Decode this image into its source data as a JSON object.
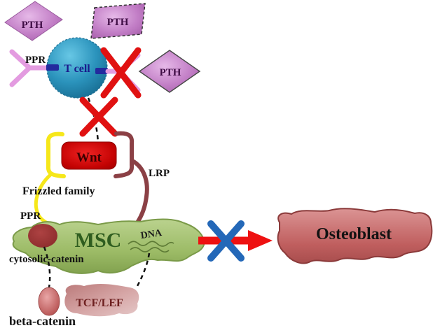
{
  "figure": {
    "type": "biology-signaling-diagram",
    "description": "PTH / T cell / Wnt signaling pathway blocking MSC differentiation into Osteoblast",
    "background": "#ffffff"
  },
  "labels": {
    "pth_top_left": "PTH",
    "pth_top_mid": "PTH",
    "pth_right": "PTH",
    "t_cell": "T cell",
    "ppr_receptor_top": "PPR",
    "wnt": "Wnt",
    "lrp": "LRP",
    "frizzled_family": "Frizzled family",
    "ppr_receptor_bottom": "PPR",
    "msc": "MSC",
    "dna": "DNA",
    "cytosolic_catenin": "cytosolic-catenin",
    "tcf_lef": "TCF/LEF",
    "beta_catenin": "beta-catenin",
    "osteoblast": "Osteoblast"
  },
  "colors": {
    "pth_fill": "#c47fc7",
    "pth_text": "#3f0d45",
    "t_cell_text": "#1a1a8c",
    "receptor_pink": "#e39be0",
    "membrane_bar_navy": "#232a9e",
    "inhibit_x_red": "#e01111",
    "wnt_text": "#3a0000",
    "bracket_yellow": "#f6e71a",
    "bracket_maroon": "#8b4045",
    "msc_text": "#2f5d1f",
    "dna_squiggle_green": "#5d7a35",
    "tcf_text": "#6e2020",
    "blocked_x_blue": "#2468b8",
    "arrow_red": "#ee1111",
    "label_black": "#111111"
  }
}
